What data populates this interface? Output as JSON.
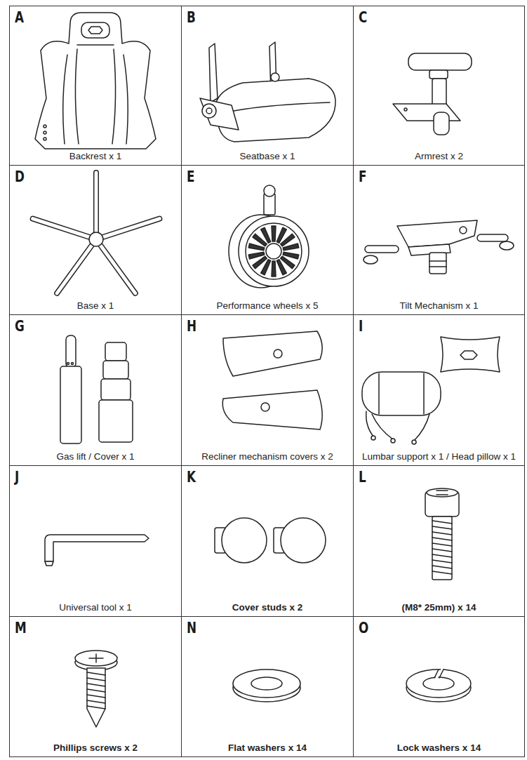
{
  "diagram": {
    "nodes": [
      {
        "text": [
          "A",
          "Backrest x 1"
        ]
      },
      {
        "text": [
          "B",
          "Seatbase x 1"
        ]
      },
      {
        "text": [
          "C",
          "Armrest x 2"
        ]
      },
      {
        "text": [
          "D",
          "Base x 1"
        ]
      },
      {
        "text": [
          "E",
          "Performance wheels x 5"
        ]
      },
      {
        "text": [
          "F",
          "Tilt Mechanism x 1"
        ]
      },
      {
        "text": [
          "G",
          "Gas lift / Cover x 1"
        ]
      },
      {
        "text": [
          "H",
          "Recliner mechanism covers x 2"
        ]
      },
      {
        "text": [
          "I",
          "Lumbar support x 1 / Head pillow x 1"
        ]
      },
      {
        "text": [
          "J",
          "Universal tool x 1"
        ]
      },
      {
        "text": [
          "K",
          "Cover studs x 2"
        ]
      },
      {
        "text": [
          "L",
          "(M8* 25mm) x 14"
        ]
      },
      {
        "text": [
          "M",
          "Phillips screws x 2"
        ]
      },
      {
        "text": [
          "N",
          "Flat washers x 14"
        ]
      },
      {
        "text": [
          "O",
          "Lock washers x 14"
        ]
      }
    ]
  }
}
